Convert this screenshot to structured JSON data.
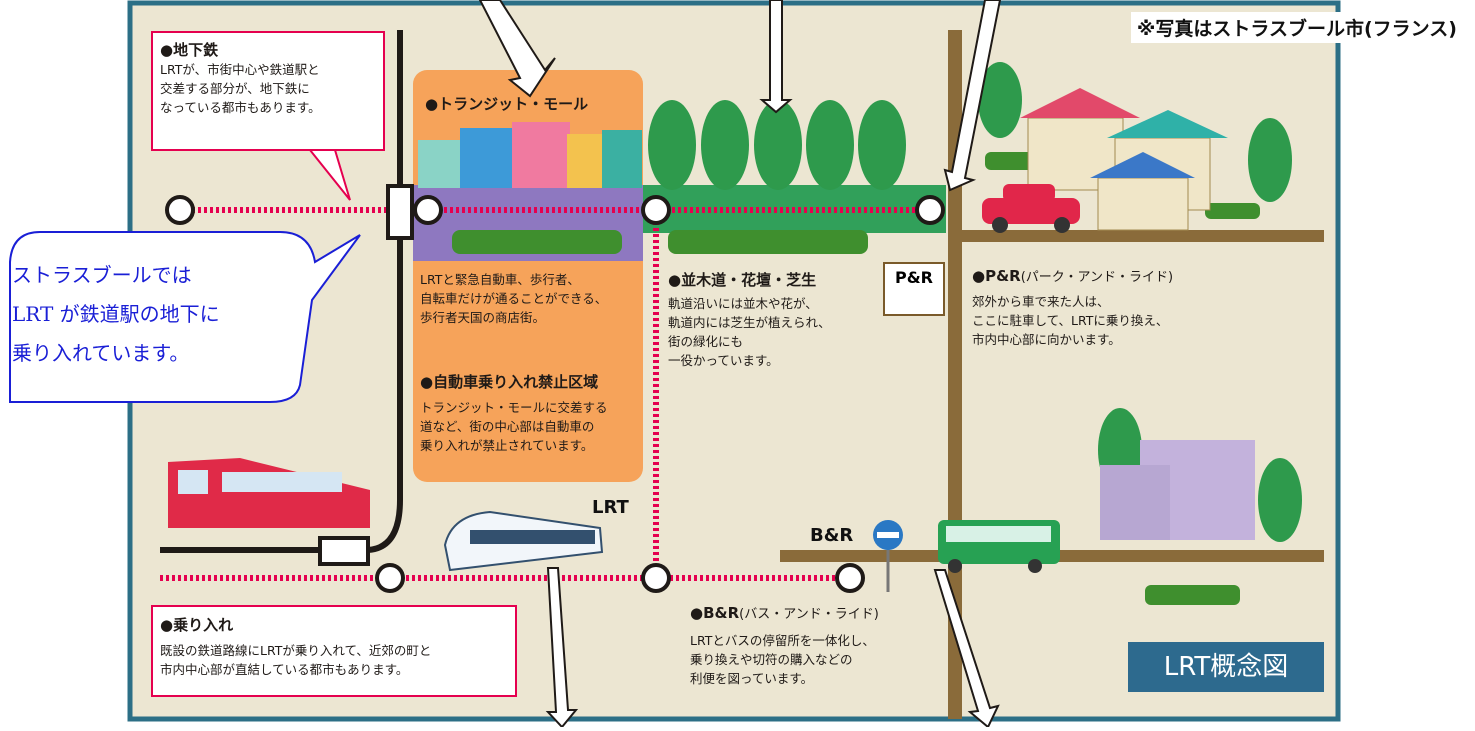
{
  "note": "※写真はストラスブール市(フランス)",
  "callout": "ストラスブールでは\nLRT が鉄道駅の地下に\n乗り入れています。",
  "labels": {
    "lrt": "LRT",
    "br_sign": "B&R",
    "pr_sign": "P&R",
    "diagram_title": "LRT概念図"
  },
  "boxes": {
    "subway": {
      "title": "●地下鉄",
      "body": "LRTが、市街中心や鉄道駅と\n交差する部分が、地下鉄に\nなっている都市もあります。"
    },
    "transit_mall": {
      "title": "●トランジット・モール",
      "body": "LRTと緊急自動車、歩行者、\n自転車だけが通ることができる、\n歩行者天国の商店街。"
    },
    "no_car": {
      "title": "●自動車乗り入れ禁止区域",
      "body": "トランジット・モールに交差する\n道など、街の中心部は自動車の\n乗り入れが禁止されています。"
    },
    "trees": {
      "title": "●並木道・花壇・芝生",
      "body": "軌道沿いには並木や花が、\n軌道内には芝生が植えられ、\n街の緑化にも\n一役かっています。"
    },
    "park_ride": {
      "title": "●P&R",
      "title_sub": "(パーク・アンド・ライド)",
      "body": "郊外から車で来た人は、\nここに駐車して、LRTに乗り換え、\n市内中心部に向かいます。"
    },
    "through_service": {
      "title": "●乗り入れ",
      "body": "既設の鉄道路線にLRTが乗り入れて、近郊の町と\n市内中心部が直結している都市もあります。"
    },
    "bus_ride": {
      "title": "●B&R",
      "title_sub": "(バス・アンド・ライド)",
      "body": "LRTとバスの停留所を一体化し、\n乗り換えや切符の購入などの\n利便を図っています。"
    }
  },
  "colors": {
    "background": "#ece6d2",
    "frame": "#2c6f86",
    "track": "#e5004f",
    "road": "#8a6b3a",
    "mall": "#f4a460",
    "lawn": "#31a05a",
    "purple": "#8e78c0",
    "callout_text": "#1a1fd6"
  }
}
